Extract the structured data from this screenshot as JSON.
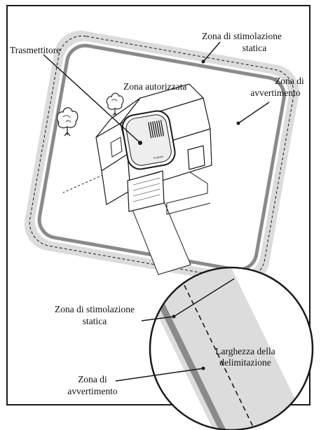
{
  "labels": {
    "transmitter": "Trasmettitore",
    "authorized_zone": "Zona autorizzata",
    "static_stim_zone_line1": "Zona di stimolazione",
    "static_stim_zone_line2": "statica",
    "warning_zone_line1": "Zona di",
    "warning_zone_line2": "avvertimento",
    "zoom_static_line1": "Zona di stimolazione",
    "zoom_static_line2": "statica",
    "boundary_width_line1": "Larghezza della",
    "boundary_width_line2": "delimitazione",
    "zoom_warning_line1": "Zona di",
    "zoom_warning_line2": "avvertimento"
  },
  "colors": {
    "outer_band": "#dcdcdc",
    "boundary_wire": "#8a8a8a",
    "line": "#1a1a1a",
    "background": "#ffffff"
  },
  "icons": [
    "tree-icon",
    "transmitter-icon",
    "house-icon"
  ]
}
